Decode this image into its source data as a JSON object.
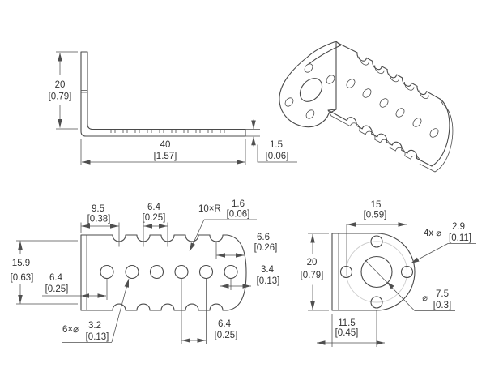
{
  "views": {
    "side": {
      "height_mm": "20",
      "height_in": "[0.79]",
      "length_mm": "40",
      "length_in": "[1.57]",
      "thickness_mm": "1.5",
      "thickness_in": "[0.06]"
    },
    "flat": {
      "edge_to_notch_mm": "9.5",
      "edge_to_notch_in": "[0.38]",
      "notch_pitch_mm": "6.4",
      "notch_pitch_in": "[0.25]",
      "notch_radius_label": "10×R",
      "notch_radius_mm": "1.6",
      "notch_radius_in": "[0.06]",
      "notch_to_end_mm": "6.6",
      "notch_to_end_in": "[0.26]",
      "width_mm": "15.9",
      "width_in": "[0.63]",
      "edge_to_hole_mm": "6.4",
      "edge_to_hole_in": "[0.25]",
      "hole_dia_label": "6×⌀",
      "hole_dia_mm": "3.2",
      "hole_dia_in": "[0.13]",
      "hole_pitch_mm": "6.4",
      "hole_pitch_in": "[0.25]",
      "hole_to_end_mm": "3.4",
      "hole_to_end_in": "[0.13]"
    },
    "end": {
      "bolt_spacing_mm": "15",
      "bolt_spacing_in": "[0.59]",
      "height_mm": "20",
      "height_in": "[0.79]",
      "small_hole_count": "4x",
      "dia_symbol": "⌀",
      "small_hole_mm": "2.9",
      "small_hole_in": "[0.11]",
      "center_hole_mm": "7.5",
      "center_hole_in": "[0.3]",
      "center_offset_mm": "11.5",
      "center_offset_in": "[0.45]"
    }
  }
}
